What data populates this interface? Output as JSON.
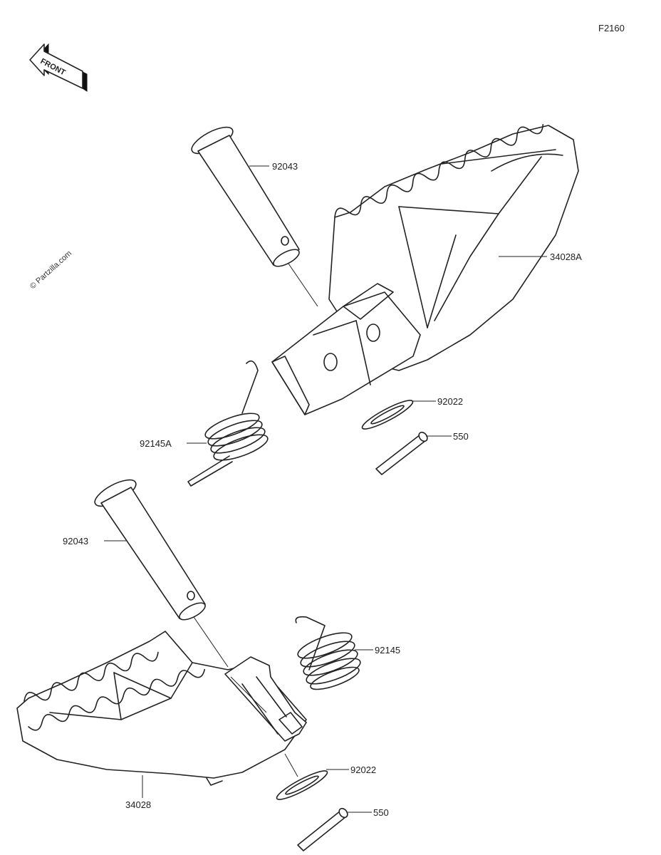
{
  "diagram_id": "F2160",
  "front_label": "FRONT",
  "watermark": "© Partzilla.com",
  "parts": {
    "pin_upper": "92043",
    "footpeg_right": "34028A",
    "washer_upper": "92022",
    "cotter_upper": "550",
    "spring_upper": "92145A",
    "pin_lower": "92043",
    "spring_lower": "92145",
    "footpeg_left": "34028",
    "washer_lower": "92022",
    "cotter_lower": "550"
  }
}
